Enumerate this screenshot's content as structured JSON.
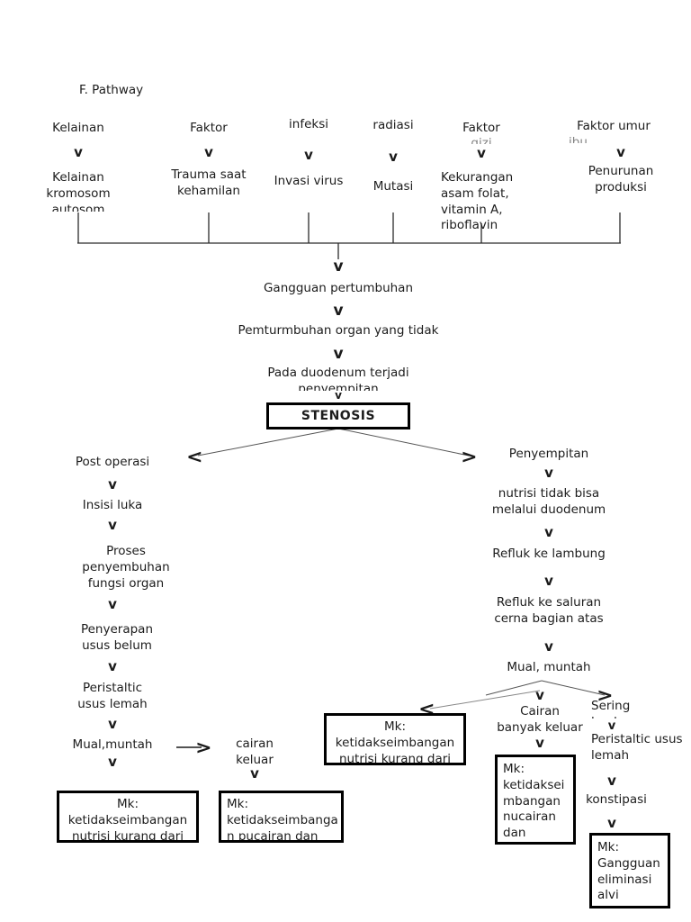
{
  "document": {
    "title": "F. Pathway",
    "type": "flowchart",
    "ink_color": "#1c1c1c",
    "box_border_color": "#000000",
    "page_background": "#ffffff"
  },
  "causes_row": {
    "note": "six etiologic factors across the top, each with a downward arrow to a consequence",
    "items": [
      {
        "cause": "Kelainan",
        "cause_line2": "",
        "effect": "Kelainan\nkromosom\nautosom"
      },
      {
        "cause": "Faktor",
        "cause_line2": "",
        "effect": "Trauma saat\nkehamilan"
      },
      {
        "cause": "infeksi",
        "cause_line2": "",
        "effect": "Invasi virus"
      },
      {
        "cause": "radiasi",
        "cause_line2": "",
        "effect": "Mutasi"
      },
      {
        "cause": "Faktor",
        "cause_line2": "gizi",
        "effect": "Kekurangan\nasam folat,\nvitamin A,\nriboflavin"
      },
      {
        "cause": "Faktor  umur",
        "cause_line2": "ibu",
        "effect": "Penurunan\nproduksi"
      }
    ]
  },
  "trunk": {
    "step1": "Gangguan pertumbuhan",
    "step2": "Pemturmbuhan organ yang tidak",
    "step3": "Pada duodenum terjadi\npenyempitan",
    "terminal_box": "STENOSIS"
  },
  "left_branch": {
    "steps": [
      "Post operasi",
      "Insisi luka",
      "Proses\npenyembuhan\nfungsi organ",
      "Penyerapan\nusus belum",
      "Peristaltic\nusus lemah",
      "Mual,muntah"
    ],
    "side_node": "cairan\nkeluar",
    "box_a": "Mk:\nketidakseimbangan\nnutrisi kurang dari",
    "box_b": "Mk:\nketidakseimbanga\nn pucairan dan"
  },
  "right_branch": {
    "steps": [
      "Penyempitan",
      "nutrisi tidak bisa\nmelalui duodenum",
      "Refluk ke lambung",
      "Refluk ke saluran\ncerna bagian atas",
      "Mual, muntah"
    ],
    "fork_left": "Cairan\nbanyak keluar",
    "fork_right": "Sering\nlambung",
    "after_fork_right": "Peristaltic usus\nlemah",
    "konstipasi": "konstipasi",
    "box_nutrisi": "Mk:\nketidakseimbangan\nnutrisi kurang dari",
    "box_cairan": "Mk:\nketidaksei\nmbangan\nnucairan\ndan",
    "box_eliminasi": "Mk:\nGangguan\neliminasi\nalvi"
  },
  "glyphs": {
    "down_arrow": "v",
    "left_arrow": "<",
    "right_arrow": ">"
  }
}
